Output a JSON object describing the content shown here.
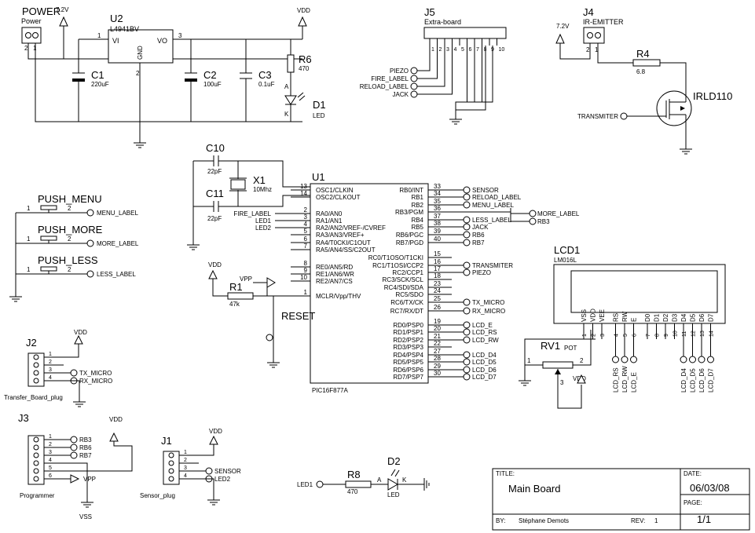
{
  "power": {
    "ref": "POWER",
    "name": "Power",
    "v72": "7.2V",
    "pins": [
      "2",
      "1"
    ]
  },
  "u2": {
    "ref": "U2",
    "part": "L4941BV",
    "vi": "VI",
    "vo": "VO",
    "gnd": "GND",
    "p1": "1",
    "p2": "2",
    "p3": "3"
  },
  "c1": {
    "ref": "C1",
    "val": "220uF"
  },
  "c2": {
    "ref": "C2",
    "val": "100uF"
  },
  "c3": {
    "ref": "C3",
    "val": "0.1uF"
  },
  "r6": {
    "ref": "R6",
    "val": "470"
  },
  "d1": {
    "ref": "D1",
    "val": "LED",
    "a": "A",
    "k": "K"
  },
  "vdd": "VDD",
  "vss": "VSS",
  "v72": "7.2V",
  "j5": {
    "ref": "J5",
    "name": "Extra-board",
    "pins": [
      "1",
      "2",
      "3",
      "4",
      "5",
      "6",
      "7",
      "8",
      "9",
      "10"
    ],
    "nets": [
      "PIEZO",
      "FIRE_LABEL",
      "RELOAD_LABEL",
      "JACK"
    ]
  },
  "j4": {
    "ref": "J4",
    "name": "IR-EMITTER",
    "pins": [
      "2",
      "1"
    ]
  },
  "r4": {
    "ref": "R4",
    "val": "6.8"
  },
  "q1": {
    "part": "IRLD110",
    "net": "TRANSMITER"
  },
  "c10": {
    "ref": "C10",
    "val": "22pF"
  },
  "c11": {
    "ref": "C11",
    "val": "22pF"
  },
  "x1": {
    "ref": "X1",
    "val": "10Mhz"
  },
  "u1": {
    "ref": "U1",
    "part": "PIC16F877A",
    "left": [
      {
        "pin": "13",
        "name": "OSC1/CLKIN",
        "net": ""
      },
      {
        "pin": "14",
        "name": "OSC2/CLKOUT",
        "net": ""
      },
      {
        "pin": "2",
        "name": "RA0/AN0",
        "net": "FIRE_LABEL"
      },
      {
        "pin": "3",
        "name": "RA1/AN1",
        "net": "LED1"
      },
      {
        "pin": "4",
        "name": "RA2/AN2/VREF-/CVREF",
        "net": "LED2"
      },
      {
        "pin": "5",
        "name": "RA3/AN3/VREF+",
        "net": ""
      },
      {
        "pin": "6",
        "name": "RA4/T0CKI/C1OUT",
        "net": ""
      },
      {
        "pin": "7",
        "name": "RA5/AN4/SS/C2OUT",
        "net": ""
      },
      {
        "pin": "8",
        "name": "RE0/AN5/RD",
        "net": ""
      },
      {
        "pin": "9",
        "name": "RE1/AN6/WR",
        "net": ""
      },
      {
        "pin": "10",
        "name": "RE2/AN7/CS",
        "net": ""
      },
      {
        "pin": "1",
        "name": "MCLR/Vpp/THV",
        "net": ""
      }
    ],
    "right": [
      {
        "pin": "33",
        "name": "RB0/INT",
        "net": "SENSOR"
      },
      {
        "pin": "34",
        "name": "RB1",
        "net": "RELOAD_LABEL"
      },
      {
        "pin": "35",
        "name": "RB2",
        "net": "MENU_LABEL"
      },
      {
        "pin": "36",
        "name": "RB3/PGM",
        "net": ""
      },
      {
        "pin": "37",
        "name": "RB4",
        "net": "LESS_LABEL"
      },
      {
        "pin": "38",
        "name": "RB5",
        "net": "JACK"
      },
      {
        "pin": "39",
        "name": "RB6/PGC",
        "net": "RB6"
      },
      {
        "pin": "40",
        "name": "RB7/PGD",
        "net": "RB7"
      },
      {
        "pin": "15",
        "name": "RC0/T1OSO/T1CKI",
        "net": ""
      },
      {
        "pin": "16",
        "name": "RC1/T1OSI/CCP2",
        "net": "TRANSMITER"
      },
      {
        "pin": "17",
        "name": "RC2/CCP1",
        "net": "PIEZO"
      },
      {
        "pin": "18",
        "name": "RC3/SCK/SCL",
        "net": ""
      },
      {
        "pin": "23",
        "name": "RC4/SDI/SDA",
        "net": ""
      },
      {
        "pin": "24",
        "name": "RC5/SDO",
        "net": ""
      },
      {
        "pin": "25",
        "name": "RC6/TX/CK",
        "net": "TX_MICRO"
      },
      {
        "pin": "26",
        "name": "RC7/RX/DT",
        "net": "RX_MICRO"
      },
      {
        "pin": "19",
        "name": "RD0/PSP0",
        "net": "LCD_E"
      },
      {
        "pin": "20",
        "name": "RD1/PSP1",
        "net": "LCD_RS"
      },
      {
        "pin": "21",
        "name": "RD2/PSP2",
        "net": "LCD_RW"
      },
      {
        "pin": "22",
        "name": "RD3/PSP3",
        "net": ""
      },
      {
        "pin": "27",
        "name": "RD4/PSP4",
        "net": "LCD_D4"
      },
      {
        "pin": "28",
        "name": "RD5/PSP5",
        "net": "LCD_D5"
      },
      {
        "pin": "29",
        "name": "RD6/PSP6",
        "net": "LCD_D6"
      },
      {
        "pin": "30",
        "name": "RD7/PSP7",
        "net": "LCD_D7"
      }
    ],
    "rb3_nets": [
      "MORE_LABEL",
      "RB3"
    ]
  },
  "buttons": [
    {
      "ref": "PUSH_MENU",
      "net": "MENU_LABEL",
      "p1": "1",
      "p2": "2"
    },
    {
      "ref": "PUSH_MORE",
      "net": "MORE_LABEL",
      "p1": "1",
      "p2": "2"
    },
    {
      "ref": "PUSH_LESS",
      "net": "LESS_LABEL",
      "p1": "1",
      "p2": "2"
    }
  ],
  "r1": {
    "ref": "R1",
    "val": "47k",
    "vpp": "VPP",
    "reset": "RESET"
  },
  "j2": {
    "ref": "J2",
    "name": "Transfer_Board_plug",
    "pins": [
      "1",
      "2",
      "3",
      "4"
    ],
    "nets": [
      "TX_MICRO",
      "RX_MICRO"
    ]
  },
  "j3": {
    "ref": "J3",
    "name": "Programmer",
    "pins": [
      "1",
      "2",
      "3",
      "4",
      "5",
      "6"
    ],
    "nets": [
      "RB3",
      "RB6",
      "RB7",
      "VPP"
    ]
  },
  "j1": {
    "ref": "J1",
    "name": "Sensor_plug",
    "pins": [
      "1",
      "2",
      "3",
      "4"
    ],
    "nets": [
      "SENSOR",
      "LED2"
    ]
  },
  "r8": {
    "ref": "R8",
    "val": "470",
    "net": "LED1"
  },
  "d2": {
    "ref": "D2",
    "val": "LED",
    "a": "A",
    "k": "K"
  },
  "lcd": {
    "ref": "LCD1",
    "part": "LM016L",
    "pins": [
      {
        "name": "VSS",
        "num": "1"
      },
      {
        "name": "VDD",
        "num": "2"
      },
      {
        "name": "VEE",
        "num": "3"
      },
      {
        "name": "RS",
        "num": "4"
      },
      {
        "name": "RW",
        "num": "5"
      },
      {
        "name": "E",
        "num": "6"
      },
      {
        "name": "D0",
        "num": "7"
      },
      {
        "name": "D1",
        "num": "8"
      },
      {
        "name": "D2",
        "num": "9"
      },
      {
        "name": "D3",
        "num": "10"
      },
      {
        "name": "D4",
        "num": "11"
      },
      {
        "name": "D5",
        "num": "12"
      },
      {
        "name": "D6",
        "num": "13"
      },
      {
        "name": "D7",
        "num": "14"
      }
    ],
    "nets": [
      "LCD_RS",
      "LCD_RW",
      "LCD_E",
      "LCD_D4",
      "LCD_D5",
      "LCD_D6",
      "LCD_D7"
    ]
  },
  "rv1": {
    "ref": "RV1",
    "val": "POT",
    "p1": "1",
    "p2": "2",
    "p3": "3"
  },
  "titleblock": {
    "title_label": "TITLE:",
    "title": "Main Board",
    "date_label": "DATE:",
    "date": "06/03/08",
    "page_label": "PAGE:",
    "page": "1/1",
    "by_label": "BY:",
    "author": "Stéphane Demots",
    "rev_label": "REV:",
    "rev": "1"
  }
}
